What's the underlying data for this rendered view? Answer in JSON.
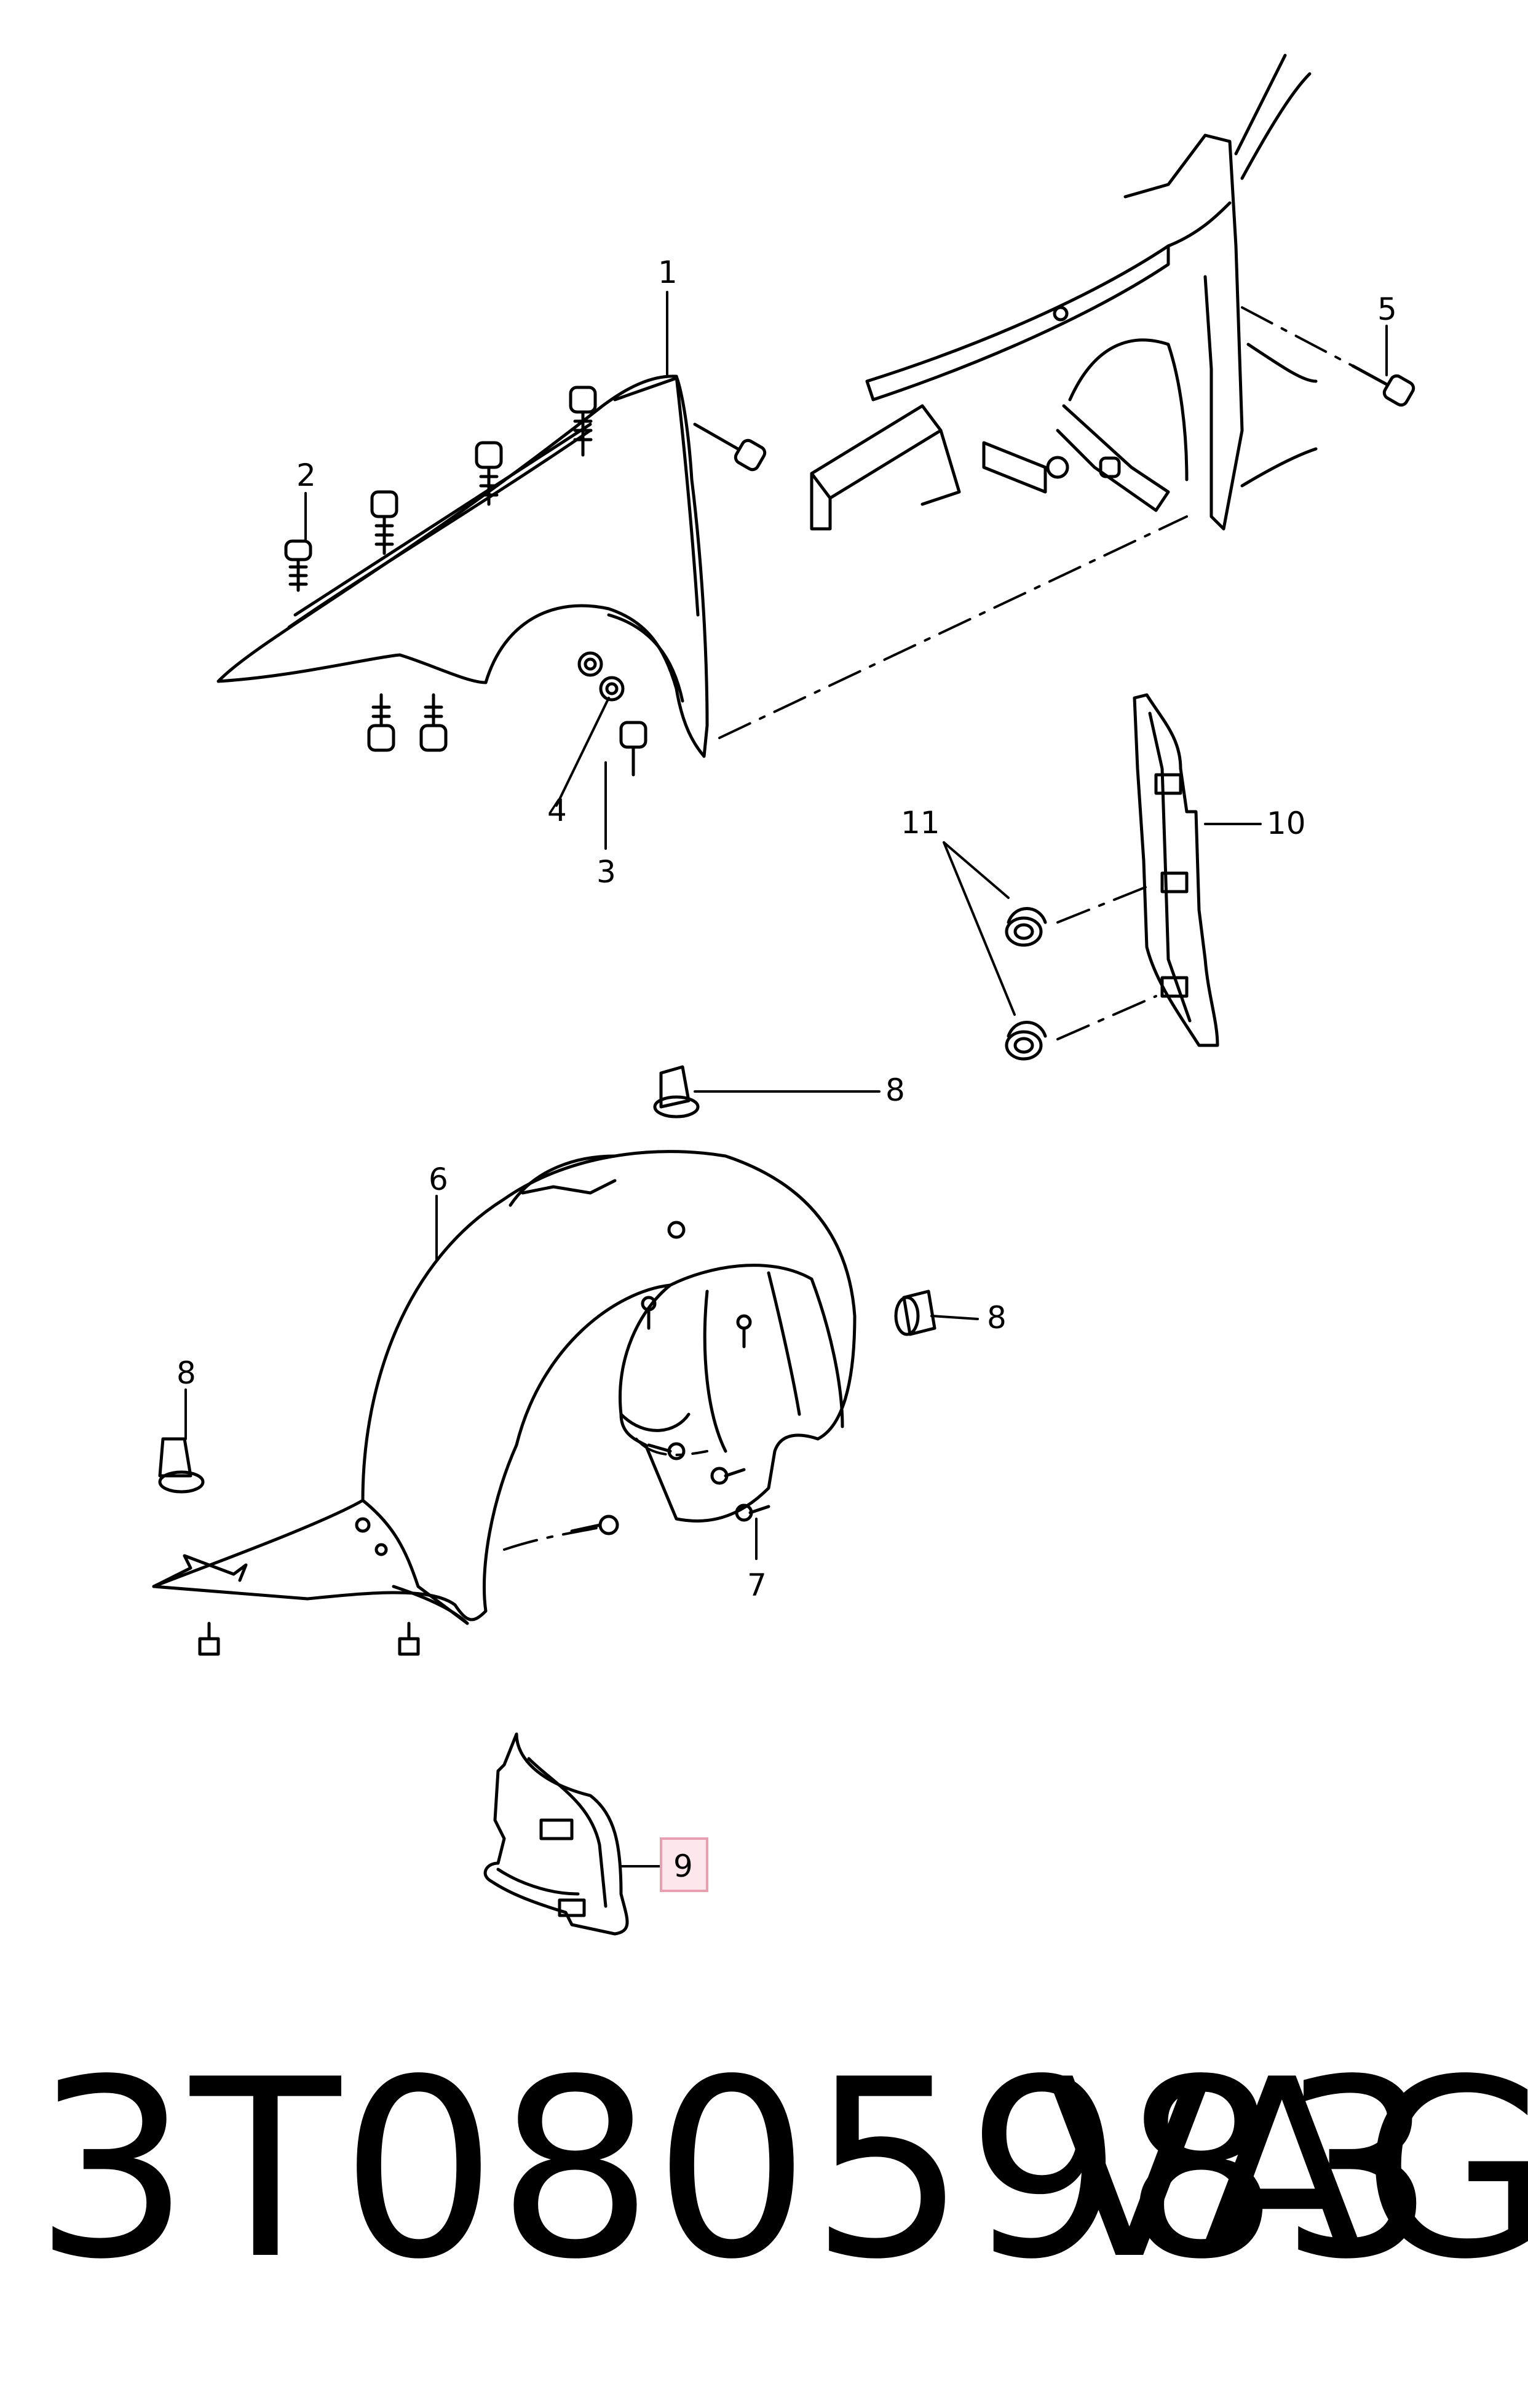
{
  "callouts": {
    "c1": "1",
    "c2": "2",
    "c3": "3",
    "c4": "4",
    "c5": "5",
    "c6": "6",
    "c7": "7",
    "c8a": "8",
    "c8b": "8",
    "c8c": "8",
    "c9": "9",
    "c10": "10",
    "c11": "11"
  },
  "highlight_color": "#e8a0b0",
  "footer": {
    "part_number": "3T0805983",
    "brand": "VAG"
  }
}
